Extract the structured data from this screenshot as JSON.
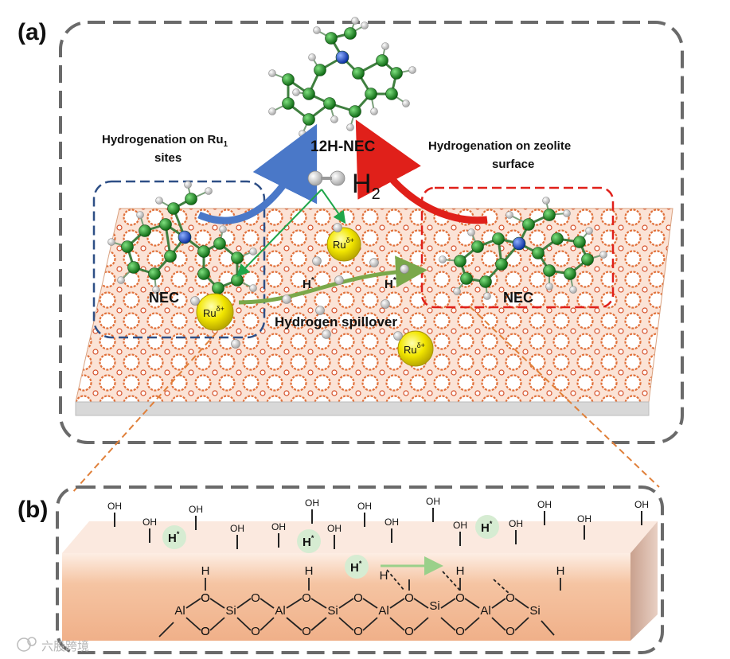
{
  "panel_a": {
    "label": "(a)",
    "product": "12H-NEC",
    "hydrogen": {
      "symbol": "H",
      "subscript": "2"
    },
    "left_title": {
      "line1": "Hydrogenation on Ru",
      "line1_sub": "1",
      "line2": "sites"
    },
    "right_title": {
      "line1": "Hydrogenation on zeolite",
      "line2": "surface"
    },
    "reactant_left": "NEC",
    "reactant_right": "NEC",
    "spillover": "Hydrogen spillover",
    "hstar": {
      "base": "H",
      "sup": "*"
    },
    "ru": {
      "base": "Ru",
      "sup": "δ+"
    }
  },
  "panel_b": {
    "label": "(b)",
    "oh": "OH",
    "hstar": {
      "base": "H",
      "sup": "*"
    },
    "atoms": {
      "al": "Al",
      "si": "Si",
      "o": "O",
      "h": "H"
    }
  },
  "watermark": "六股跨境",
  "colors": {
    "ru_yellow": "#f2e600",
    "carbon_green": "#1f8a24",
    "nitrogen_blue": "#1a4fd6",
    "arrow_blue": "#4a78c8",
    "arrow_red": "#e0201a",
    "spill_green": "#7aa84a",
    "zeolite_orange": "#e0703a",
    "slab_peach": "#f3b68e",
    "hstar_circle": "#d6ecd2"
  }
}
